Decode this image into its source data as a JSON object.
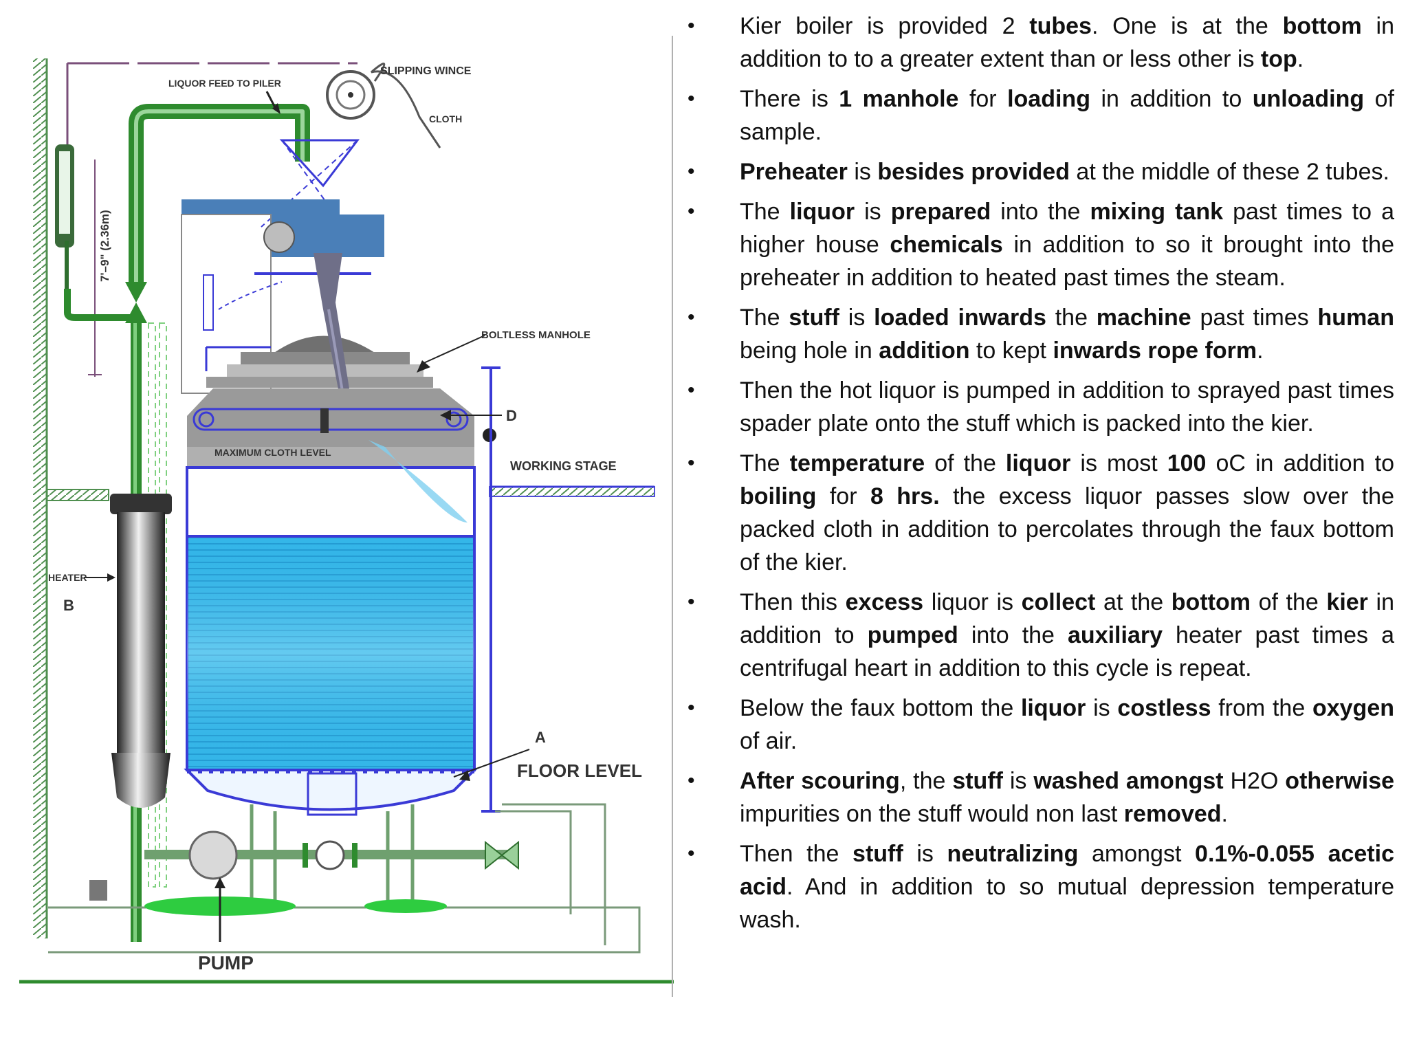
{
  "diagram": {
    "labels": {
      "liquor_feed": "LIQUOR FEED TO PILER",
      "slipping_wince": "SLIPPING WINCE",
      "cloth": "CLOTH",
      "height": "7'–9\" (2.36m)",
      "boltless_manhole": "BOLTLESS MANHOLE",
      "d": "D",
      "max_cloth_level": "MAXIMUM CLOTH LEVEL",
      "working_stage": "WORKING STAGE",
      "heater": "HEATER",
      "b": "B",
      "a": "A",
      "floor_level": "FLOOR LEVEL",
      "pump": "PUMP"
    },
    "colors": {
      "pipe_green": "#2e8b2e",
      "machine_blue": "#3a3ad6",
      "liquor_blue": "#2fb2e6",
      "wall": "#5a9a5a"
    }
  },
  "bullets": [
    [
      {
        "t": "Kier boiler is provided 2 "
      },
      {
        "t": "tubes",
        "b": true
      },
      {
        "t": ". One is at the "
      },
      {
        "t": "bottom",
        "b": true
      },
      {
        "t": " in addition to to a greater extent than or less other is "
      },
      {
        "t": "top",
        "b": true
      },
      {
        "t": "."
      }
    ],
    [
      {
        "t": "There is "
      },
      {
        "t": "1 manhole",
        "b": true
      },
      {
        "t": " for "
      },
      {
        "t": "loading",
        "b": true
      },
      {
        "t": " in addition to "
      },
      {
        "t": "unloading",
        "b": true
      },
      {
        "t": " of sample."
      }
    ],
    [
      {
        "t": "Preheater",
        "b": true
      },
      {
        "t": " is "
      },
      {
        "t": "besides provided",
        "b": true
      },
      {
        "t": " at the middle of these 2 tubes."
      }
    ],
    [
      {
        "t": "The "
      },
      {
        "t": "liquor",
        "b": true
      },
      {
        "t": " is "
      },
      {
        "t": "prepared",
        "b": true
      },
      {
        "t": " into the "
      },
      {
        "t": "mixing tank",
        "b": true
      },
      {
        "t": " past times to a higher house "
      },
      {
        "t": "chemicals",
        "b": true
      },
      {
        "t": " in addition to so it brought into the preheater in addition to heated past times the steam."
      }
    ],
    [
      {
        "t": "The "
      },
      {
        "t": "stuff",
        "b": true
      },
      {
        "t": " is "
      },
      {
        "t": "loaded inwards",
        "b": true
      },
      {
        "t": " the "
      },
      {
        "t": "machine",
        "b": true
      },
      {
        "t": " past times "
      },
      {
        "t": "human",
        "b": true
      },
      {
        "t": " being hole in "
      },
      {
        "t": "addition",
        "b": true
      },
      {
        "t": " to kept "
      },
      {
        "t": "inwards rope form",
        "b": true
      },
      {
        "t": "."
      }
    ],
    [
      {
        "t": "Then the hot liquor is pumped in addition to sprayed past times spader plate onto the stuff which is packed into the kier."
      }
    ],
    [
      {
        "t": "The "
      },
      {
        "t": "temperature",
        "b": true
      },
      {
        "t": " of the "
      },
      {
        "t": "liquor",
        "b": true
      },
      {
        "t": " is most "
      },
      {
        "t": "100",
        "b": true
      },
      {
        "t": " oC in addition to "
      },
      {
        "t": "boiling",
        "b": true
      },
      {
        "t": " for "
      },
      {
        "t": "8 hrs.",
        "b": true
      },
      {
        "t": " the excess liquor passes slow over the packed cloth in addition to percolates through the faux bottom of the kier."
      }
    ],
    [
      {
        "t": "Then this "
      },
      {
        "t": "excess",
        "b": true
      },
      {
        "t": " liquor is "
      },
      {
        "t": "collect",
        "b": true
      },
      {
        "t": " at the "
      },
      {
        "t": "bottom",
        "b": true
      },
      {
        "t": " of the "
      },
      {
        "t": "kier",
        "b": true
      },
      {
        "t": " in addition to "
      },
      {
        "t": "pumped",
        "b": true
      },
      {
        "t": " into the "
      },
      {
        "t": "auxiliary",
        "b": true
      },
      {
        "t": " heater past times a centrifugal heart in addition to this cycle is repeat."
      }
    ],
    [
      {
        "t": "Below the faux bottom the "
      },
      {
        "t": "liquor",
        "b": true
      },
      {
        "t": " is "
      },
      {
        "t": "costless",
        "b": true
      },
      {
        "t": " from the "
      },
      {
        "t": "oxygen",
        "b": true
      },
      {
        "t": " of air."
      }
    ],
    [
      {
        "t": "After scouring",
        "b": true
      },
      {
        "t": ", the "
      },
      {
        "t": "stuff",
        "b": true
      },
      {
        "t": " is "
      },
      {
        "t": "washed amongst",
        "b": true
      },
      {
        "t": " H2O "
      },
      {
        "t": "otherwise",
        "b": true
      },
      {
        "t": " impurities on the stuff would non last "
      },
      {
        "t": "removed",
        "b": true
      },
      {
        "t": "."
      }
    ],
    [
      {
        "t": "Then the "
      },
      {
        "t": "stuff",
        "b": true
      },
      {
        "t": " is "
      },
      {
        "t": "neutralizing",
        "b": true
      },
      {
        "t": " amongst "
      },
      {
        "t": "0.1%-0.055 acetic acid",
        "b": true
      },
      {
        "t": ". And in addition to so mutual depression temperature wash."
      }
    ]
  ]
}
